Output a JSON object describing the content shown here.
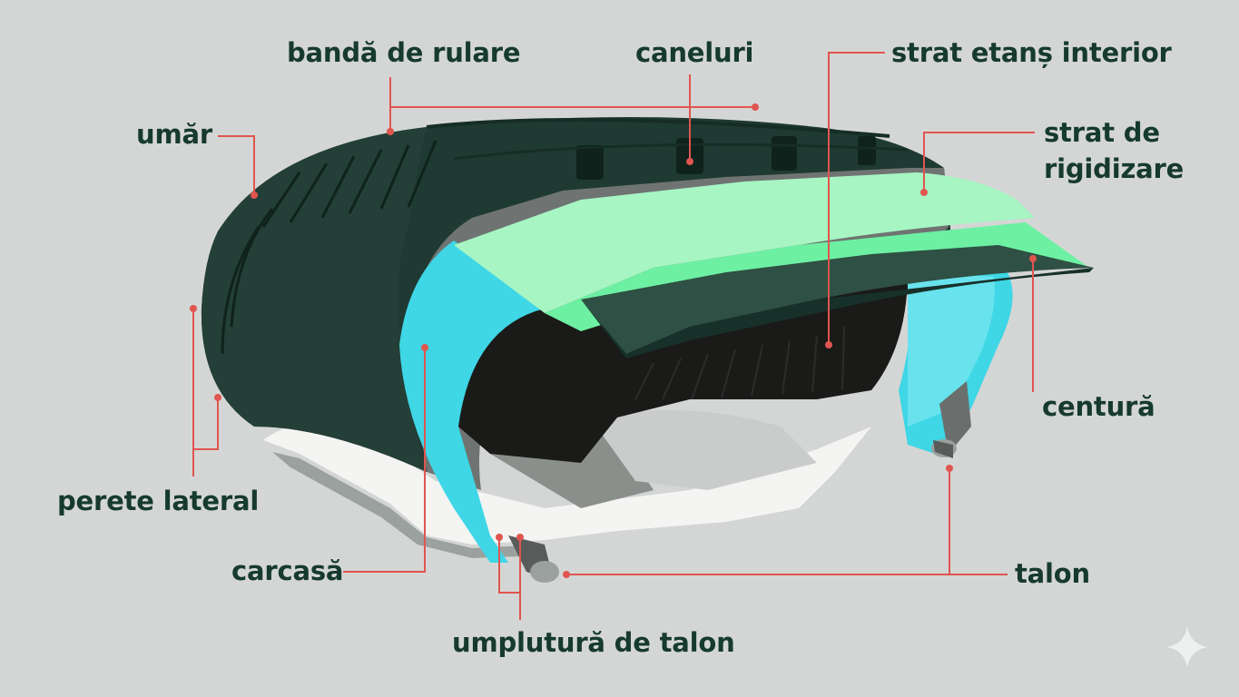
{
  "labels": {
    "banda_de_rulare": "bandă de rulare",
    "caneluri": "caneluri",
    "strat_etans_interior": "strat etanș interior",
    "umar": "umăr",
    "strat_de_rigidizare": "strat de rigidizare",
    "centura": "centură",
    "perete_lateral": "perete lateral",
    "carcasa": "carcasă",
    "talon": "talon",
    "umplutura_de_talon": "umplutură de talon"
  },
  "colors": {
    "background": "#d4d6d5",
    "tire_dark": "#1f3a32",
    "leader_line": "#e0554f",
    "stiffener_green": "#a6f5c3",
    "carcass_cyan": "#3fd6e6",
    "label_text": "#163a2e"
  },
  "icons": [
    "sparkle-icon"
  ]
}
